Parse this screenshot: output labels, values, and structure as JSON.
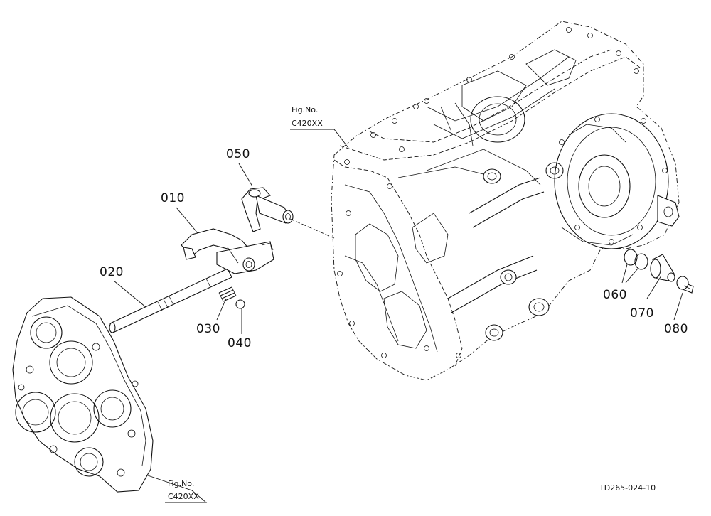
{
  "parts": {
    "p010": "010",
    "p020": "020",
    "p030": "030",
    "p040": "040",
    "p050": "050",
    "p060": "060",
    "p070": "070",
    "p080": "080"
  },
  "fig_refs": {
    "top": {
      "line1": "Fig.No.",
      "line2": "C420XX"
    },
    "bottom": {
      "line1": "Fig.No.",
      "line2": "C420XX"
    }
  },
  "drawing_id": "TD265-024-10"
}
